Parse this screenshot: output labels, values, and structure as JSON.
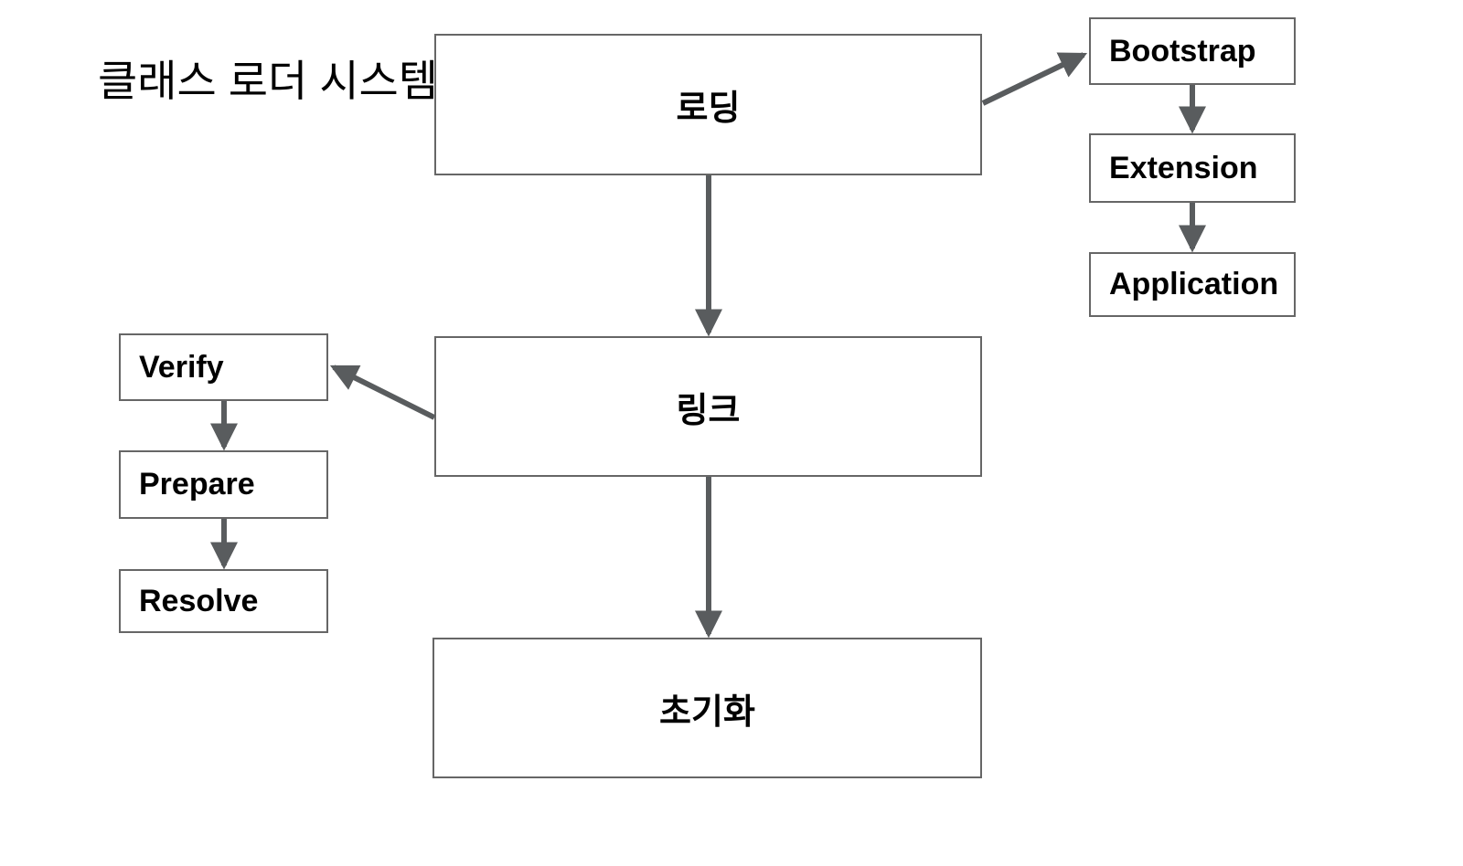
{
  "title": "클래스 로더 시스템",
  "diagram": {
    "nodes": {
      "loading": {
        "label": "로딩"
      },
      "link": {
        "label": "링크"
      },
      "initialization": {
        "label": "초기화"
      },
      "bootstrap": {
        "label": "Bootstrap"
      },
      "extension": {
        "label": "Extension"
      },
      "application": {
        "label": "Application"
      },
      "verify": {
        "label": "Verify"
      },
      "prepare": {
        "label": "Prepare"
      },
      "resolve": {
        "label": "Resolve"
      }
    },
    "edges": [
      {
        "from": "로딩",
        "to": "링크"
      },
      {
        "from": "링크",
        "to": "초기화"
      },
      {
        "from": "로딩",
        "to": "Bootstrap"
      },
      {
        "from": "Bootstrap",
        "to": "Extension"
      },
      {
        "from": "Extension",
        "to": "Application"
      },
      {
        "from": "링크",
        "to": "Verify"
      },
      {
        "from": "Verify",
        "to": "Prepare"
      },
      {
        "from": "Prepare",
        "to": "Resolve"
      }
    ],
    "colors": {
      "arrow": "#595c5e",
      "box_border": "#666666",
      "box_fill": "#ffffff",
      "text": "#000000",
      "background": "#ffffff"
    }
  }
}
